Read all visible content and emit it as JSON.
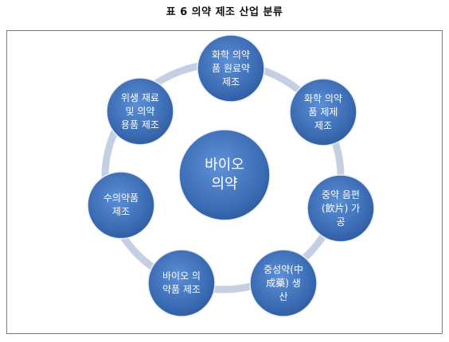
{
  "caption": "표 6   의약 제조 산업 분류",
  "diagram": {
    "center": {
      "label": "바이오\n의약"
    },
    "nodes": [
      {
        "label": "화학 의약\n품 원료약\n제조"
      },
      {
        "label": "화학 의약\n품 제제\n제조"
      },
      {
        "label": "중약 음편\n(飲片) 가\n공"
      },
      {
        "label": "중성약(中\n成藥) 생\n산"
      },
      {
        "label": "바이오 의\n약품 제조"
      },
      {
        "label": "수의약품\n제조"
      },
      {
        "label": "위생 재료\n및 의약\n용품 제조"
      }
    ]
  },
  "colors": {
    "node_fill": "#3d6fb8",
    "ring": "#c5cfe4",
    "text": "#ffffff"
  }
}
